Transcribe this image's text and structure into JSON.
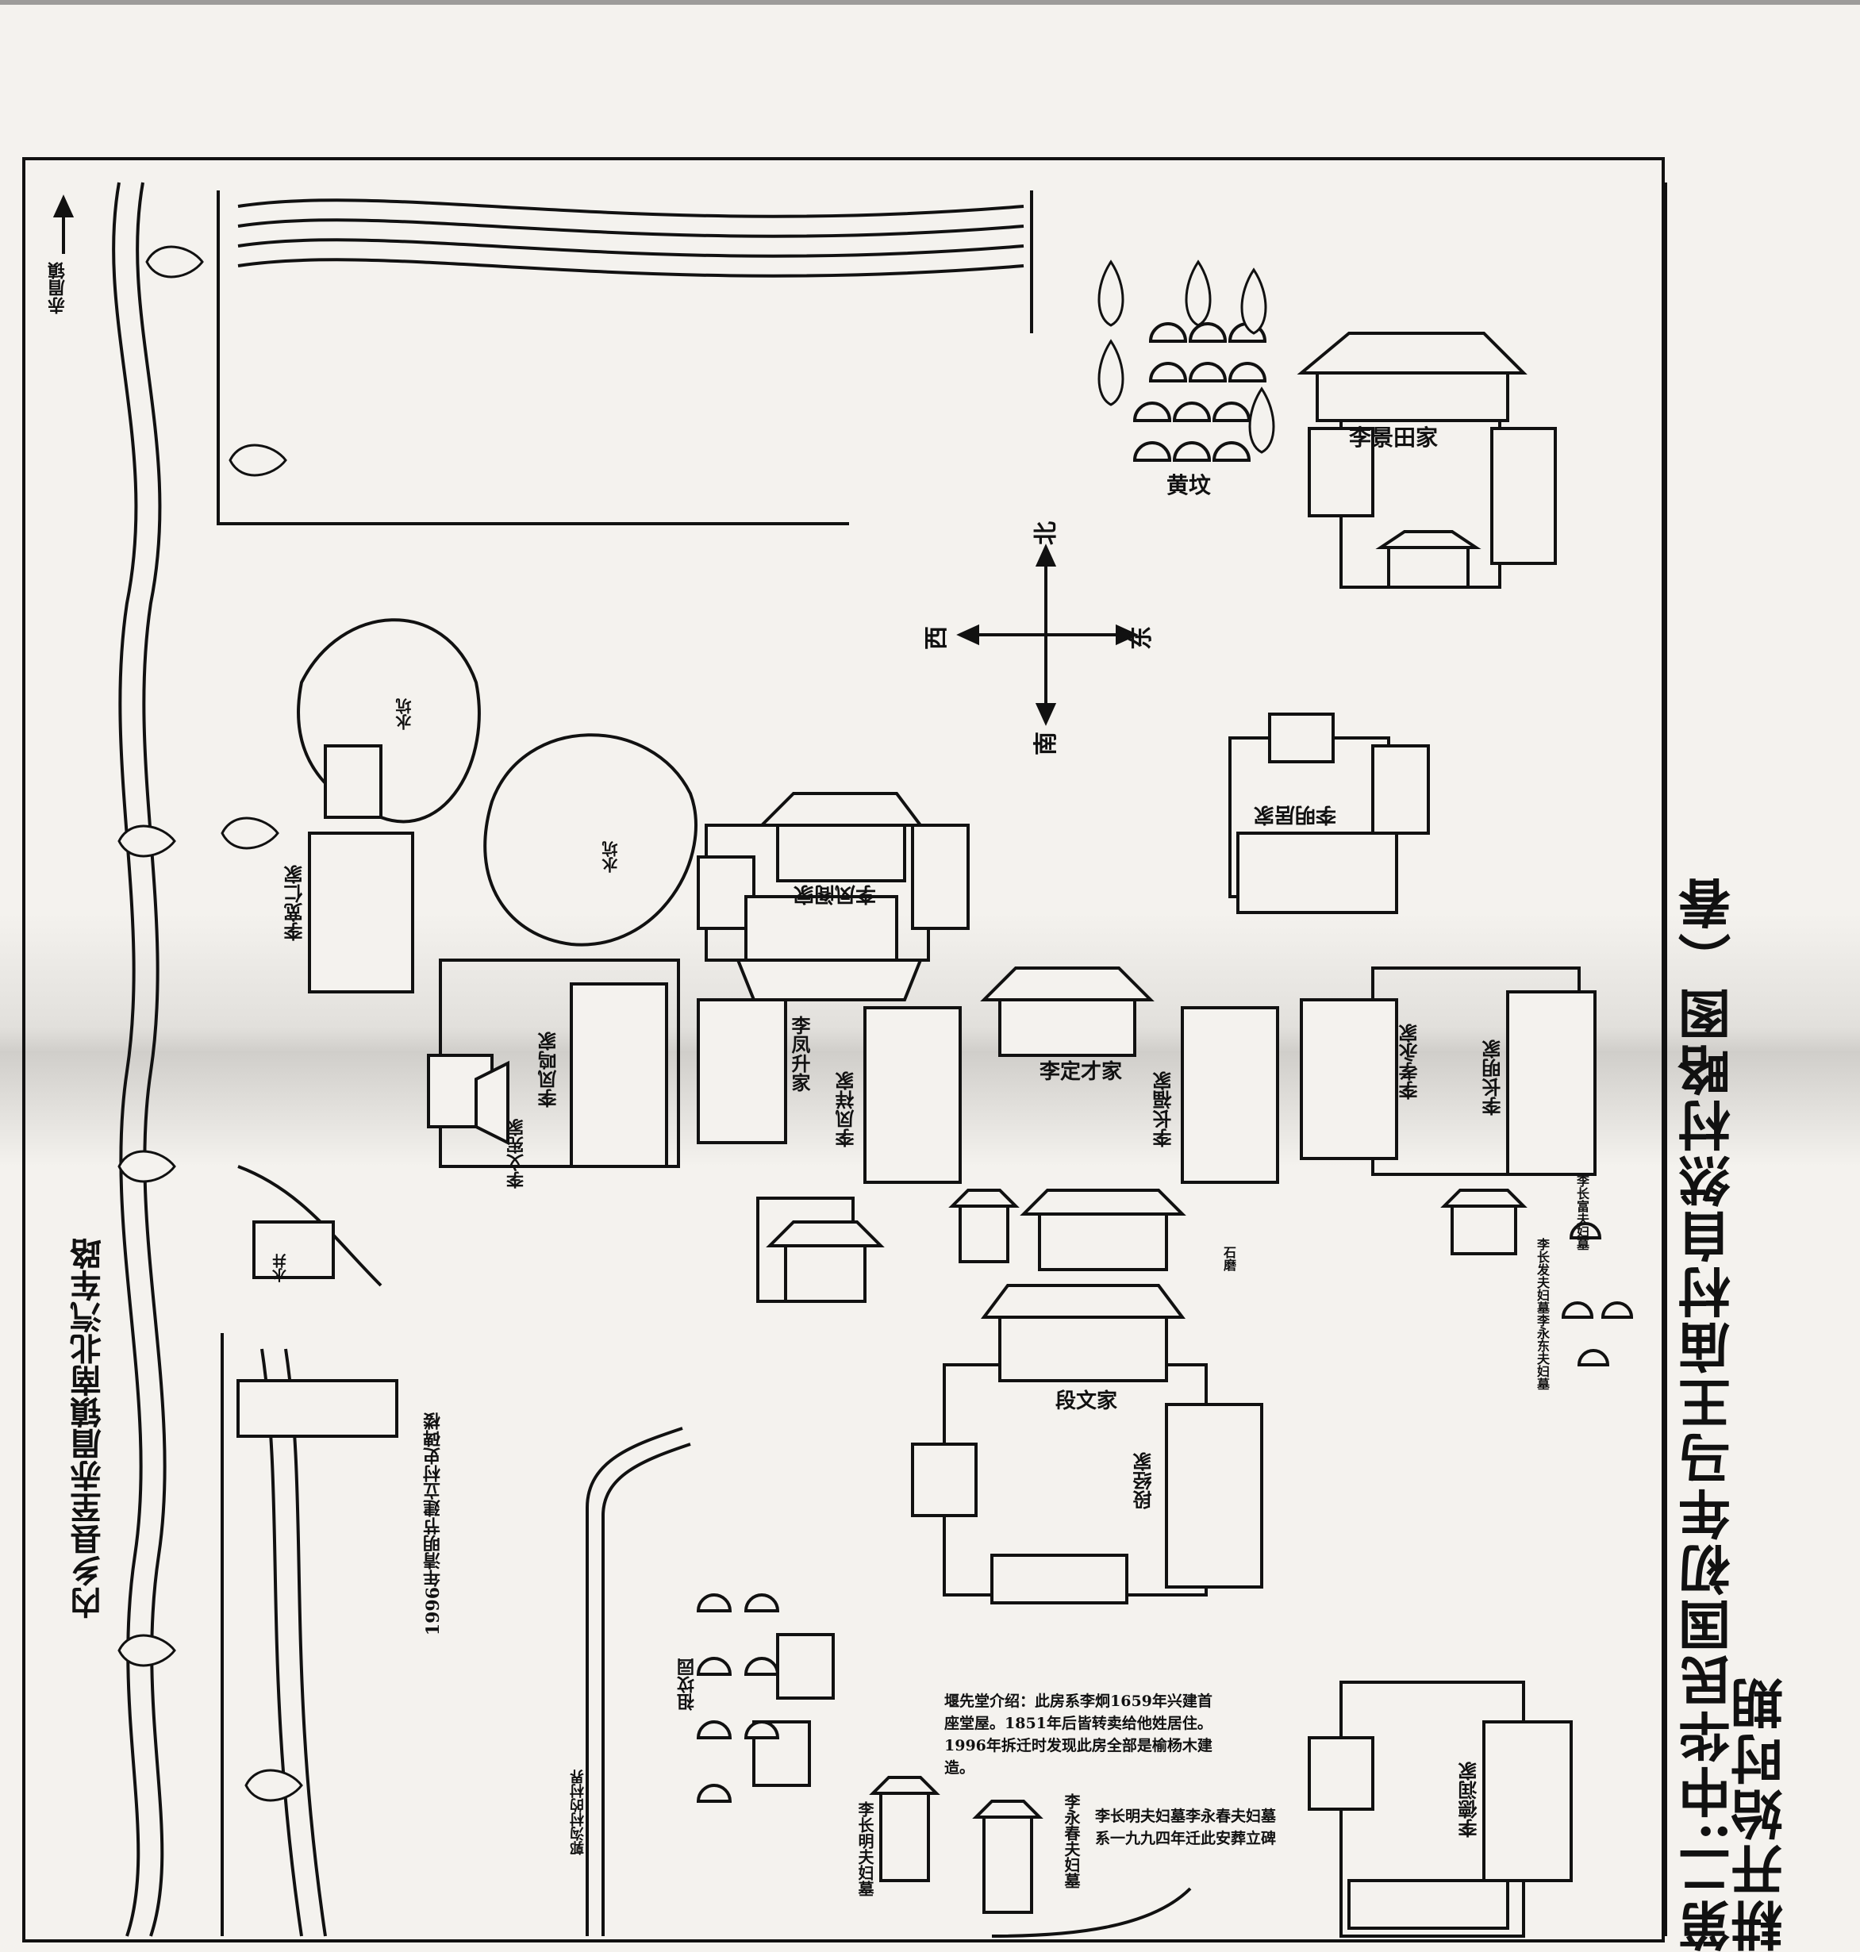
{
  "map": {
    "title": "第二:中华民国初年马王庙村自然村略图（春耕开始时期",
    "road_label": "内乡县至赤眉镇南北汽车路",
    "town_label": "赤眉镇",
    "compass": {
      "north": "北",
      "south": "南",
      "east": "东",
      "west": "西"
    },
    "households": [
      {
        "id": "li-jingtian",
        "label": "李景田家"
      },
      {
        "id": "huang-fen",
        "label": "黄坟"
      },
      {
        "id": "li-mingju",
        "label": "李明居家"
      },
      {
        "id": "li-fengyi",
        "label": "李凤阁家"
      },
      {
        "id": "li-kuanren",
        "label": "李宽仁家"
      },
      {
        "id": "li-fengming",
        "label": "李凤鸣家"
      },
      {
        "id": "li-wenxian",
        "label": "李文宪家"
      },
      {
        "id": "li-fengsheng",
        "label": "李凤升家"
      },
      {
        "id": "li-fengxiang",
        "label": "李凤祥家"
      },
      {
        "id": "li-dingcai",
        "label": "李定才家"
      },
      {
        "id": "li-changfu",
        "label": "李长福家"
      },
      {
        "id": "li-xiaoshui",
        "label": "李孝永家"
      },
      {
        "id": "li-changming",
        "label": "李长明家"
      },
      {
        "id": "duan-wen",
        "label": "段文家"
      },
      {
        "id": "duan-jing",
        "label": "段经家"
      },
      {
        "id": "li-deyuan",
        "label": "李德润家"
      }
    ],
    "features": [
      {
        "id": "pit",
        "label": "水坑"
      },
      {
        "id": "pit2",
        "label": "水坑"
      },
      {
        "id": "well",
        "label": "水井"
      },
      {
        "id": "ancestral-grave",
        "label": "祖坟园"
      },
      {
        "id": "stele-note",
        "label": "1996年清明节建立村史碑楼"
      },
      {
        "id": "tomb-a",
        "label": "李长明夫妇墓"
      },
      {
        "id": "tomb-b",
        "label": "李永春夫妇墓"
      },
      {
        "id": "tomb-c",
        "label": "李长富夫妇墓"
      },
      {
        "id": "tomb-d",
        "label": "李长发夫妇墓李永东夫妇墓"
      },
      {
        "id": "mill",
        "label": "石磨"
      },
      {
        "id": "tower",
        "label": "郭沟村的村界"
      }
    ],
    "notes": {
      "ancestor_intro": "堰先堂介绍：此房系李炯1659年兴建首座堂屋。1851年后皆转卖给他姓居住。1996年拆迁时发现此房全部是榆杨木建造。",
      "tomb_move": "李长明夫妇墓李永春夫妇墓系一九九四年迁此安葬立碑"
    }
  }
}
